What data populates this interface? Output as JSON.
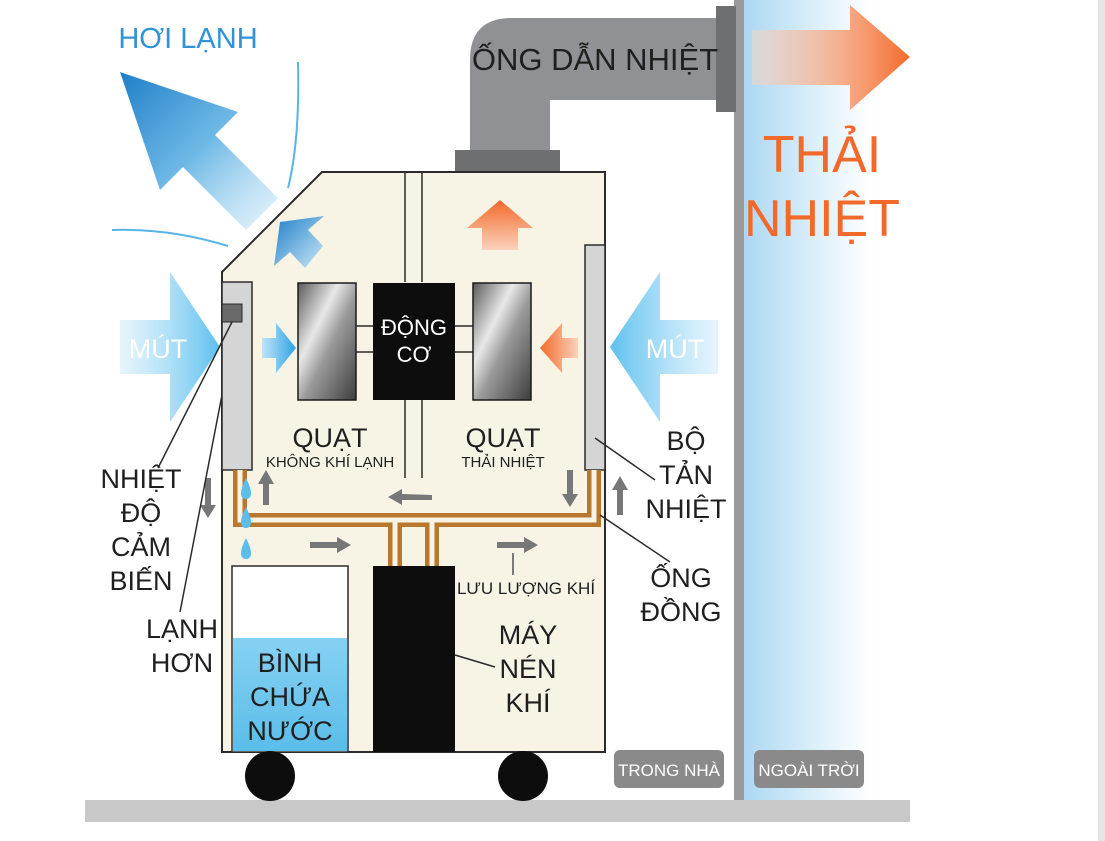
{
  "labels": {
    "cold_air": "HƠI LẠNH",
    "heat_duct": "ỐNG DẪN NHIỆT",
    "heat_exhaust_line1": "THẢI",
    "heat_exhaust_line2": "NHIỆT",
    "intake_left": "MÚT",
    "intake_right": "MÚT",
    "motor_line1": "ĐỘNG",
    "motor_line2": "CƠ",
    "fan_cold_title": "QUẠT",
    "fan_cold_sub": "KHÔNG KHÍ LẠNH",
    "fan_heat_title": "QUẠT",
    "fan_heat_sub": "THẢI NHIỆT",
    "sensor_line1": "NHIỆT",
    "sensor_line2": "ĐỘ",
    "sensor_line3": "CẢM",
    "sensor_line4": "BIẾN",
    "colder_line1": "LẠNH",
    "colder_line2": "HƠN",
    "water_tank_line1": "BÌNH",
    "water_tank_line2": "CHỨA",
    "water_tank_line3": "NƯỚC",
    "compressor_line1": "MÁY",
    "compressor_line2": "NÉN",
    "compressor_line3": "KHÍ",
    "airflow": "LƯU LƯỢNG KHÍ",
    "heatsink_line1": "BỘ",
    "heatsink_line2": "TẢN",
    "heatsink_line3": "NHIỆT",
    "copper_pipe_line1": "ỐNG",
    "copper_pipe_line2": "ĐỒNG",
    "indoor": "TRONG NHÀ",
    "outdoor": "NGOÀI TRỜI"
  },
  "colors": {
    "cold_blue": "#2f93d6",
    "light_blue": "#7fcdee",
    "hot_orange": "#f26a2b",
    "cabinet": "#f7f4e6",
    "duct_gray": "#8f9194",
    "copper": "#b9772e",
    "text_dark": "#1f1f1f",
    "badge_gray": "#8a8a8a"
  }
}
